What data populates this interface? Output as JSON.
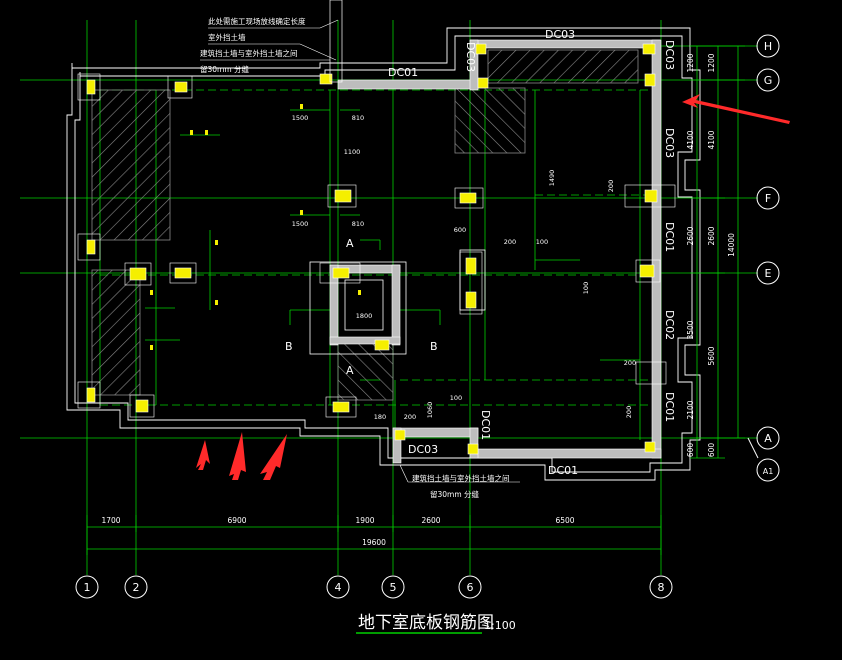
{
  "drawing": {
    "title": "地下室底板钢筋图",
    "scale": "1:100",
    "grid_rows": [
      "H",
      "G",
      "F",
      "E",
      "A",
      "A1"
    ],
    "grid_cols": [
      "1",
      "2",
      "4",
      "5",
      "6",
      "8"
    ],
    "bottom_dims": [
      "1700",
      "6900",
      "1900",
      "2600",
      "6500"
    ],
    "bottom_total": "19600",
    "right_dims": [
      "1200",
      "4100",
      "2600",
      "3500",
      "2100",
      "600"
    ],
    "right_sub_dims": [
      "1200",
      "4100",
      "2600"
    ],
    "right_total_upper": "14000",
    "right_extra_dims": [
      "5600",
      "600"
    ],
    "wall_labels": {
      "dc01_top": "DC01",
      "dc03_top": "DC03",
      "dc03_top_left": "DC03",
      "dc03_right": "DC03",
      "dc01_right": "DC01",
      "dc02_right": "DC02",
      "dc01_right_lower": "DC01",
      "dc03_bottom_left": "DC03",
      "dc01_bottom": "DC01",
      "dc01_bottom_vertical": "DC01"
    },
    "notes_top": [
      "此处需施工现场放线确定长度",
      "室外挡土墙",
      "建筑挡土墙与室外挡土墙之间",
      "留30mm  分缝"
    ],
    "notes_bottom": [
      "建筑挡土墙与室外挡土墙之间",
      "留30mm  分缝"
    ],
    "section_labels": {
      "a_upper": "A",
      "a_lower": "A",
      "b_left": "B",
      "b_right": "B"
    },
    "inner_dims": {
      "d1100": "1100",
      "d600": "600",
      "d200a": "200",
      "d100a": "100",
      "d1800": "1800",
      "d200b": "200",
      "d100b": "100",
      "d180": "180",
      "d200c": "200",
      "d1060": "1060",
      "d200d": "200",
      "d200e": "200",
      "d100c": "100",
      "d1490": "1490",
      "d1500a": "1500",
      "d810a": "810",
      "d1500b": "1500",
      "d810b": "810"
    },
    "colors": {
      "background": "#000000",
      "grid": "#00d000",
      "wall": "#bdbdbd",
      "column": "#f5ef00",
      "hatch": "#9a9a9a",
      "arrow": "#ff2a2a",
      "text": "#ffffff",
      "rebar": "#00e000",
      "bubble": "#ffffff"
    }
  }
}
